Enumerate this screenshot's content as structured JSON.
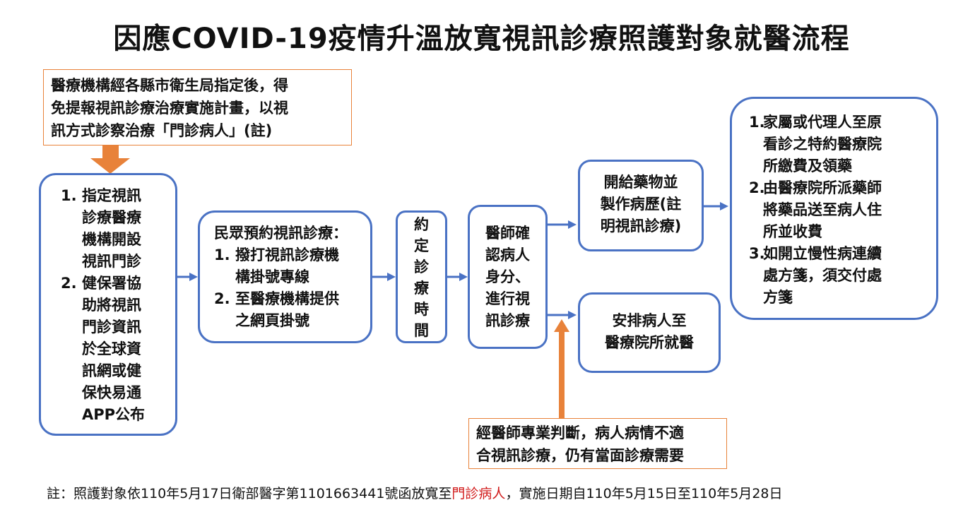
{
  "title": "因應COVID-19疫情升溫放寬視訊診療照護對象就醫流程",
  "top_note": {
    "lines": [
      "醫療機構經各縣市衛生局指定後，得",
      "免提報視訊診療治療實施計畫，以視",
      "訊方式診察治療「門診病人」(註)"
    ]
  },
  "box1": {
    "items": [
      {
        "num": "1.",
        "lines": [
          "指定視訊",
          "診療醫療",
          "機構開設",
          "視訊門診"
        ]
      },
      {
        "num": "2.",
        "lines": [
          "健保署協",
          "助將視訊",
          "門診資訊",
          "於全球資",
          "訊網或健",
          "保快易通",
          "APP公布"
        ]
      }
    ]
  },
  "box2": {
    "heading": "民眾預約視訊診療：",
    "items": [
      {
        "num": "1.",
        "lines": [
          "撥打視訊診療機",
          "構掛號專線"
        ]
      },
      {
        "num": "2.",
        "lines": [
          "至醫療機構提供",
          "之網頁掛號"
        ]
      }
    ]
  },
  "box3": {
    "chars": [
      "約",
      "定",
      "診",
      "療",
      "時",
      "間"
    ]
  },
  "box4": {
    "lines": [
      "醫師確",
      "認病人",
      "身分、",
      "進行視",
      "訊診療"
    ]
  },
  "box5": {
    "lines": [
      "開給藥物並",
      "製作病歷(註",
      "明視訊診療)"
    ]
  },
  "box6": {
    "lines": [
      "安排病人至",
      "醫療院所就醫"
    ]
  },
  "box7": {
    "items": [
      {
        "num": "1.",
        "lines": [
          "家屬或代理人至原",
          "看診之特約醫療院",
          "所繳費及領藥"
        ]
      },
      {
        "num": "2.",
        "lines": [
          "由醫療院所派藥師",
          "將藥品送至病人住",
          "所並收費"
        ]
      },
      {
        "num": "3.",
        "lines": [
          "如開立慢性病連續",
          "處方箋，須交付處",
          "方箋"
        ]
      }
    ]
  },
  "bottom_note": {
    "lines": [
      "經醫師專業判斷，病人病情不適",
      "合視訊診療，仍有當面診療需要"
    ]
  },
  "footer": {
    "before": "註：照護對象依110年5月17日衛部醫字第1101663441號函放寬至",
    "highlight": "門診病人",
    "after": "，實施日期自110年5月15日至110年5月28日"
  },
  "colors": {
    "box_border": "#4a72c4",
    "blue_arrow": "#4a72c4",
    "orange": "#e8823a",
    "highlight": "#d11a1a"
  }
}
